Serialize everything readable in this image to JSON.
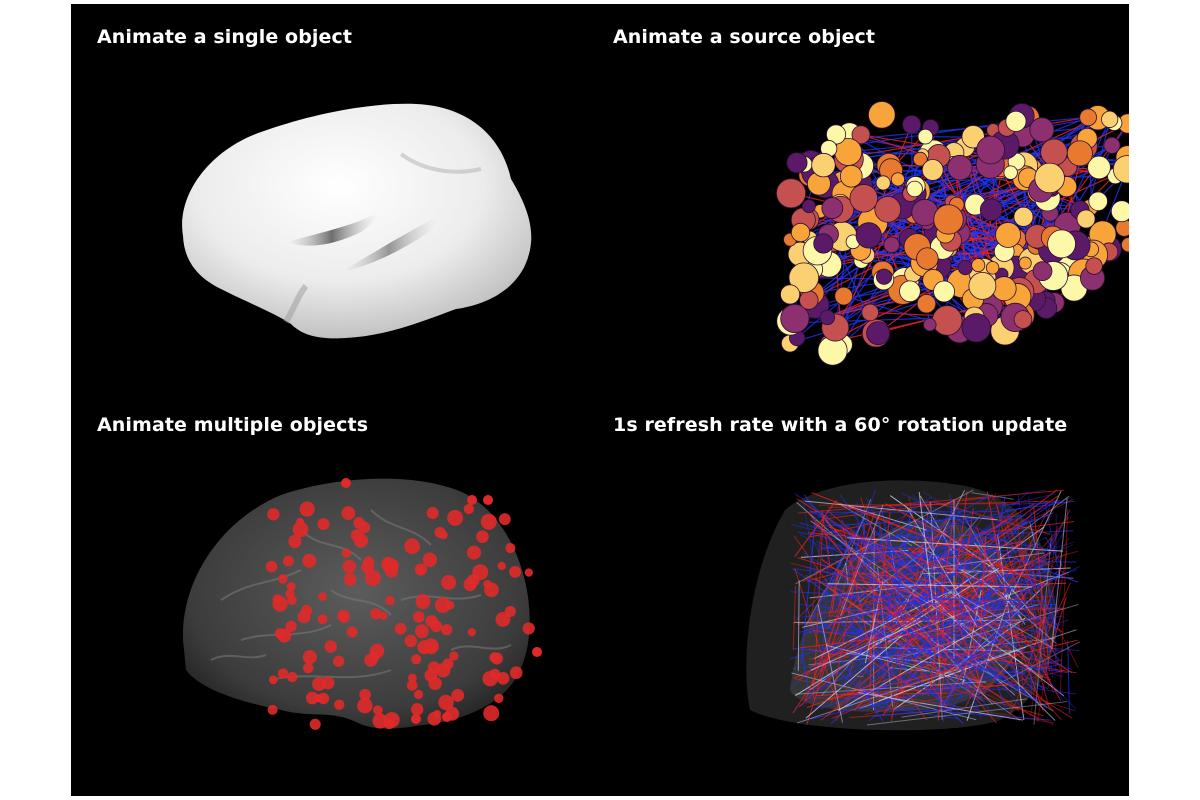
{
  "panels": [
    {
      "id": "single-object",
      "title": "Animate a single object"
    },
    {
      "id": "source-object",
      "title": "Animate a source object"
    },
    {
      "id": "multiple-objects",
      "title": "Animate multiple objects"
    },
    {
      "id": "rotation-update",
      "title": "1s refresh rate with a 60° rotation update"
    }
  ],
  "colors": {
    "background": "#000000",
    "title_text": "#ffffff",
    "node_palette": [
      "#fcf8a8",
      "#fbd070",
      "#f8a43a",
      "#e87a30",
      "#c45050",
      "#8c3070",
      "#5a1a68"
    ],
    "edge_blue": "#2233ee",
    "edge_red": "#ee2222",
    "marker_red": "#e02a2a",
    "brain_gray": "#6a6a6a"
  }
}
